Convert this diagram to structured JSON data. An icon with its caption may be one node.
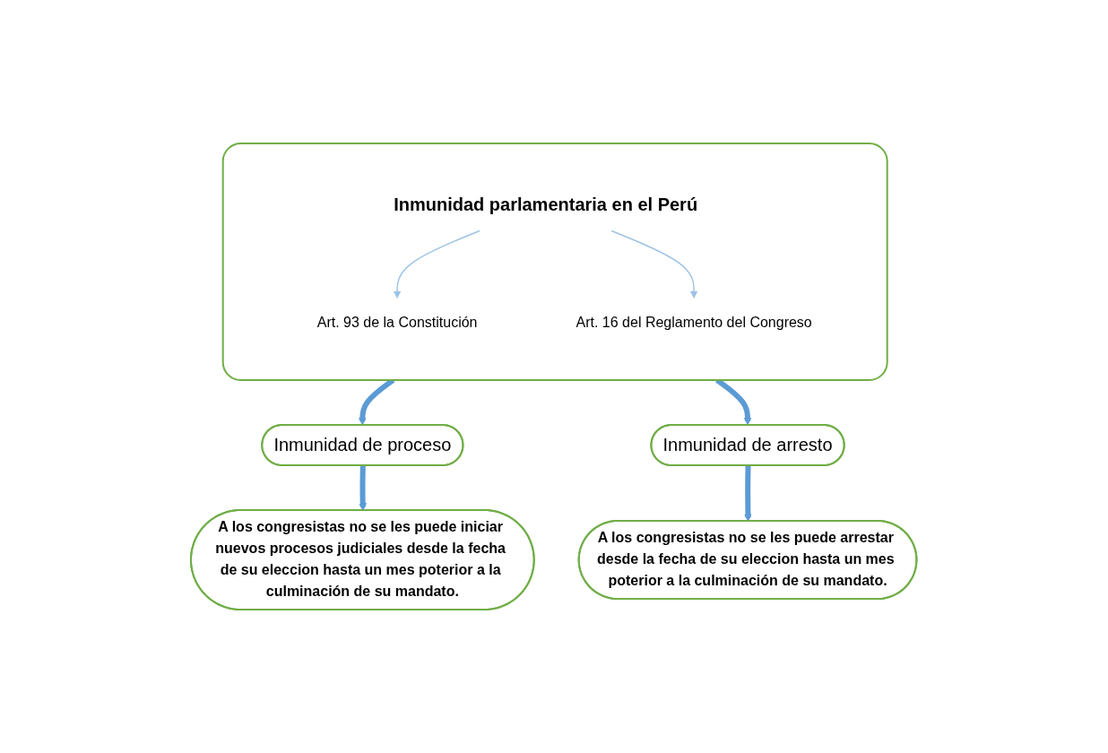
{
  "diagram": {
    "nodes": [
      {
        "text": [],
        "shape": "box"
      },
      {
        "text": [
          "Inmunidad parlamentaria en el Perú"
        ],
        "in": 0
      },
      {
        "text": [
          "Art. 93 de la Constitución"
        ],
        "in": 0
      },
      {
        "text": [
          "Art. 16 del Reglamento del Congreso"
        ],
        "in": 0
      },
      {
        "text": [
          "Inmunidad de proceso"
        ]
      },
      {
        "text": [
          "Inmunidad de arresto"
        ]
      },
      {
        "text": [
          "A los congresistas no se les puede iniciar nuevos procesos judiciales desde la fecha de su eleccion hasta un mes poterior a la culminación de su mandato."
        ]
      },
      {
        "text": [
          "A los congresistas no se les puede arrestar desde la fecha de su eleccion hasta un mes poterior a la culminación de su mandato."
        ]
      }
    ],
    "edges": [
      {
        "from": 1,
        "to": 2,
        "arrow": "to",
        "color": "#9dc3e6"
      },
      {
        "from": 1,
        "to": 3,
        "arrow": "to",
        "color": "#9dc3e6"
      },
      {
        "from": 0,
        "to": 4,
        "arrow": "to"
      },
      {
        "from": 0,
        "to": 5,
        "arrow": "to"
      },
      {
        "from": 4,
        "to": 6,
        "arrow": "to"
      },
      {
        "from": 5,
        "to": 7,
        "arrow": "to"
      }
    ]
  }
}
